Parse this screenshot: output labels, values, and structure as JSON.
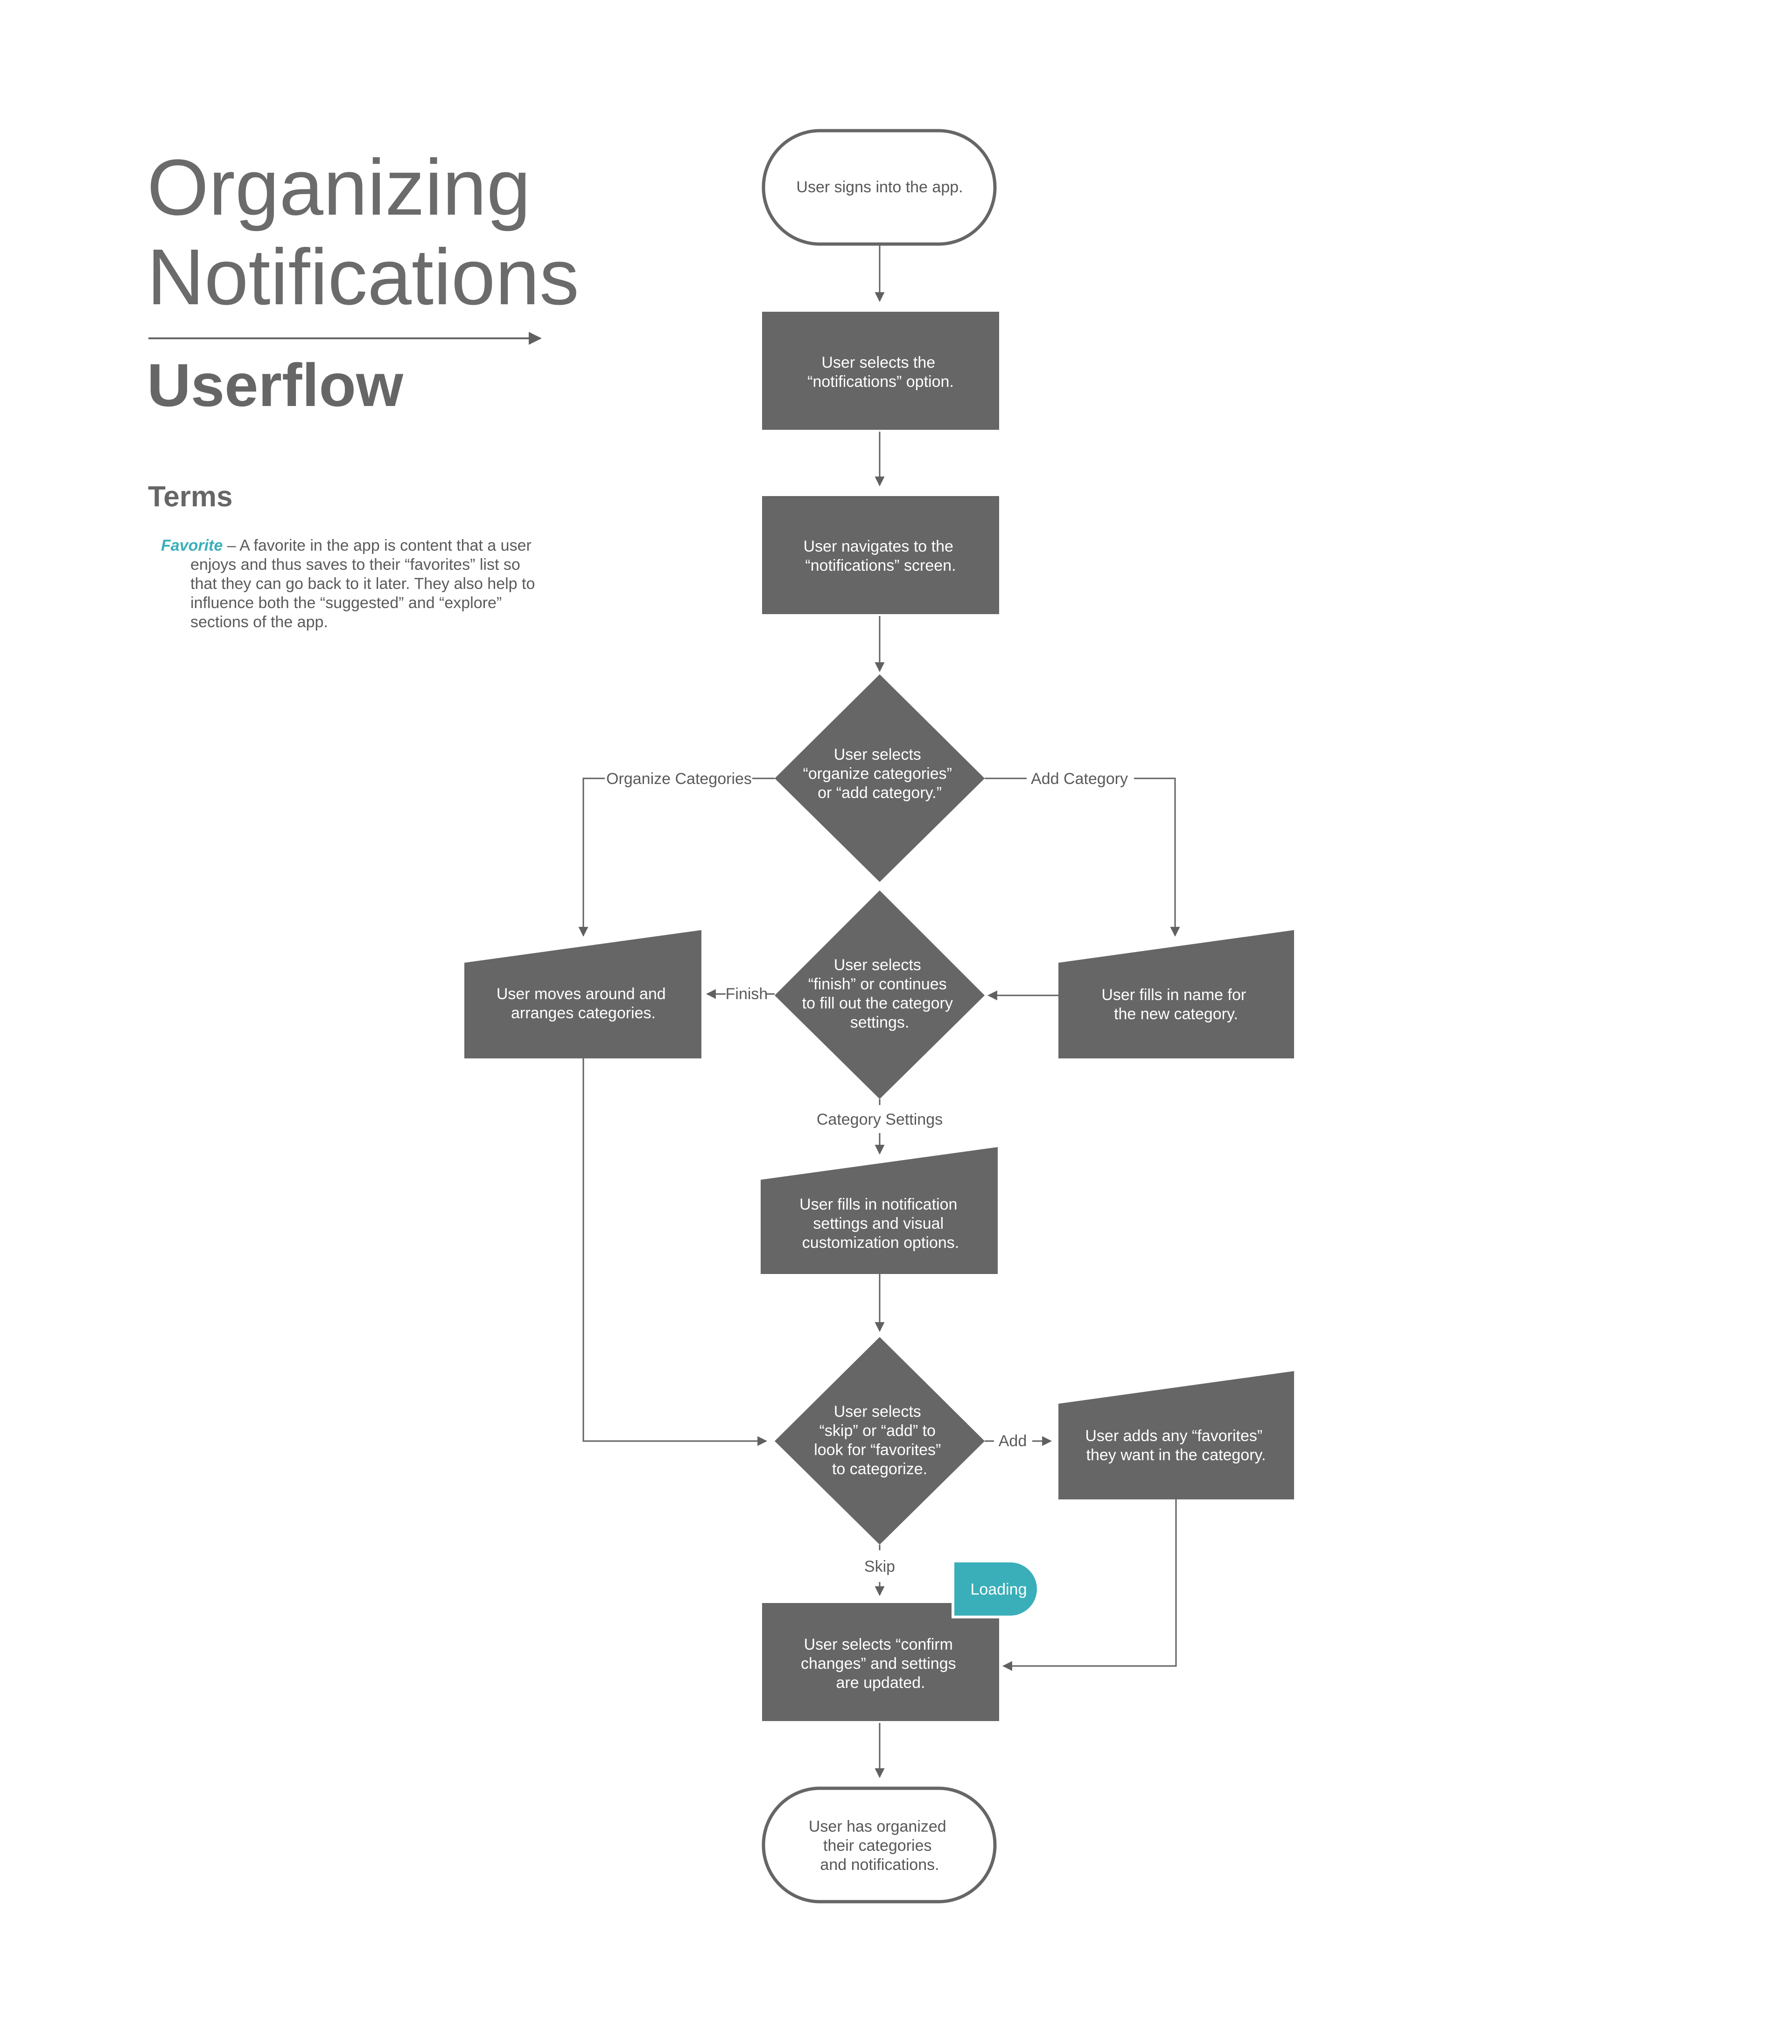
{
  "header": {
    "title_line1": "Organizing",
    "title_line2": "Notifications",
    "subtitle": "Userflow"
  },
  "terms": {
    "heading": "Terms",
    "items": [
      {
        "term": "Favorite",
        "lines": [
          " – A favorite in the app is content that a user",
          "enjoys and thus saves to their “favorites” list so",
          "that they can go back to it later. They also help to",
          "influence both the “suggested” and “explore”",
          "sections of the app."
        ]
      }
    ]
  },
  "colors": {
    "node": "#666666",
    "accent": "#3aafb9",
    "line": "#606060",
    "background": "#ffffff"
  },
  "nodes": {
    "start": [
      "User signs into the app."
    ],
    "select_notifications": [
      "User selects the",
      "“notifications” option."
    ],
    "navigate_notifications": [
      "User navigates to the",
      "“notifications” screen."
    ],
    "decision_organize_add": [
      "User selects",
      "“organize categories”",
      "or “add category.”"
    ],
    "decision_finish_continue": [
      "User selects",
      "“finish” or continues",
      "to fill out the category",
      "settings."
    ],
    "arrange_categories": [
      "User moves around and",
      "arranges categories."
    ],
    "fill_name": [
      "User fills in name for",
      "the new category."
    ],
    "fill_settings": [
      "User fills in notification",
      "settings and visual",
      "customization options."
    ],
    "decision_skip_add": [
      "User selects",
      "“skip” or “add” to",
      "look for “favorites”",
      "to categorize."
    ],
    "add_favorites": [
      "User adds any “favorites”",
      "they want in the category."
    ],
    "confirm_changes": [
      "User selects “confirm",
      "changes” and settings",
      "are updated."
    ],
    "end": [
      "User has organized",
      "their categories",
      "and notifications."
    ],
    "loading_badge": "Loading"
  },
  "edge_labels": {
    "organize_categories": "Organize Categories",
    "add_category": "Add Category",
    "finish": "Finish",
    "category_settings": "Category Settings",
    "add": "Add",
    "skip": "Skip"
  }
}
